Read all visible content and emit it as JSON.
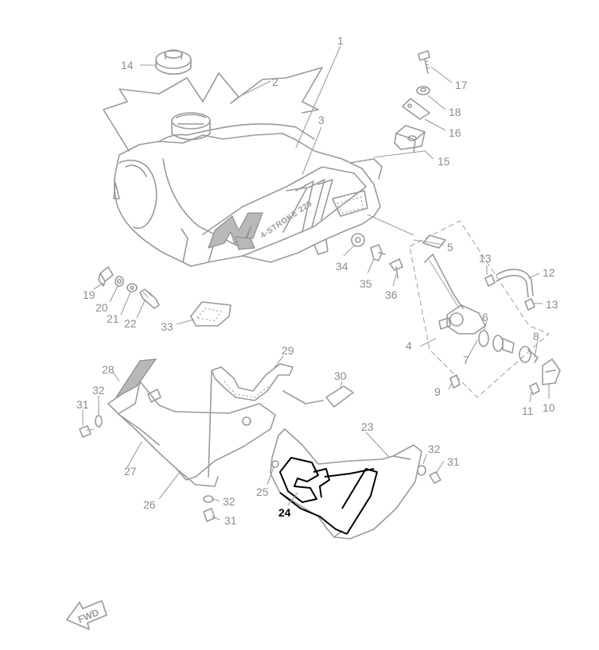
{
  "diagram": {
    "tank_decal_text": "4-STROKE 225",
    "direction_label": "FWD",
    "highlighted_callout": "24",
    "callouts": {
      "c1": "1",
      "c2": "2",
      "c3": "3",
      "c4": "4",
      "c5": "5",
      "c6": "6",
      "c7": "7",
      "c8": "8",
      "c9": "9",
      "c10": "10",
      "c11": "11",
      "c12": "12",
      "c13a": "13",
      "c13b": "13",
      "c14": "14",
      "c15": "15",
      "c16": "16",
      "c17": "17",
      "c18": "18",
      "c19": "19",
      "c20": "20",
      "c21": "21",
      "c22": "22",
      "c23": "23",
      "c24": "24",
      "c25": "25",
      "c26": "26",
      "c27": "27",
      "c28": "28",
      "c29": "29",
      "c30": "30",
      "c31a": "31",
      "c31b": "31",
      "c31c": "31",
      "c32a": "32",
      "c32b": "32",
      "c32c": "32",
      "c33": "33",
      "c34": "34",
      "c35": "35",
      "c36": "36"
    }
  }
}
